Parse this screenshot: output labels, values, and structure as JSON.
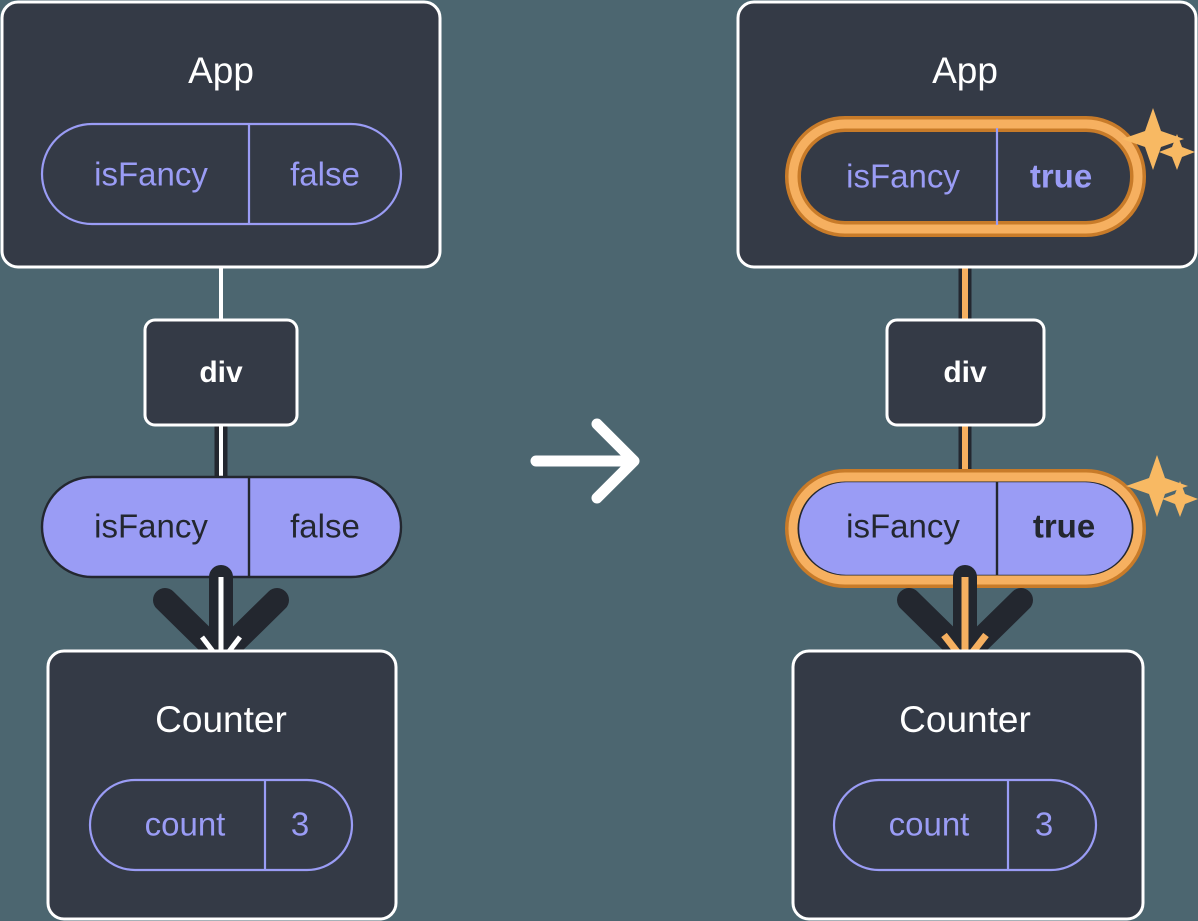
{
  "diagram": {
    "title": "React state update propagation diagram",
    "colors": {
      "background": "#4c6670",
      "box_fill": "#343a46",
      "box_stroke": "#ffffff",
      "accent_purple": "#9a9cf5",
      "accent_dark": "#23272f",
      "highlight_outer": "#c87b29",
      "highlight_inner": "#f6b060",
      "sparkle": "#f8b963"
    },
    "transition_arrow": "arrow-right-icon",
    "panels": [
      {
        "id": "before",
        "app": {
          "title": "App",
          "state_pill": {
            "key": "isFancy",
            "value": "false",
            "style": "outline",
            "highlighted": false,
            "bold_value": false
          }
        },
        "div": {
          "label": "div"
        },
        "prop_pill": {
          "key": "isFancy",
          "value": "false",
          "style": "filled",
          "highlighted": false,
          "bold_value": false
        },
        "counter": {
          "title": "Counter",
          "state_pill": {
            "key": "count",
            "value": "3",
            "style": "outline",
            "highlighted": false,
            "bold_value": false
          }
        },
        "edge_color": "white"
      },
      {
        "id": "after",
        "app": {
          "title": "App",
          "state_pill": {
            "key": "isFancy",
            "value": "true",
            "style": "outline",
            "highlighted": true,
            "bold_value": true
          }
        },
        "div": {
          "label": "div"
        },
        "prop_pill": {
          "key": "isFancy",
          "value": "true",
          "style": "filled",
          "highlighted": true,
          "bold_value": true
        },
        "counter": {
          "title": "Counter",
          "state_pill": {
            "key": "count",
            "value": "3",
            "style": "outline",
            "highlighted": false,
            "bold_value": false
          }
        },
        "edge_color": "amber",
        "sparkles": [
          "sparkle-large",
          "sparkle-small",
          "sparkle-large",
          "sparkle-small"
        ]
      }
    ]
  }
}
